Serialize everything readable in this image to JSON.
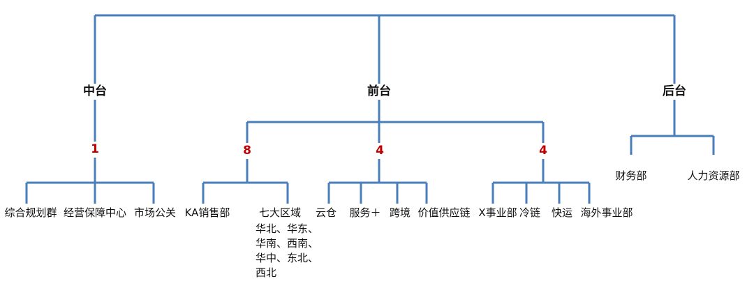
{
  "colors": {
    "line": "#4a7ebb",
    "count": "#c00000",
    "text": "#111111"
  },
  "branches": {
    "middle": {
      "label": "中台",
      "count": "1",
      "children": [
        "综合规划群",
        "经营保障中心",
        "市场公关"
      ]
    },
    "front": {
      "label": "前台",
      "groups": [
        {
          "count": "8",
          "children": [
            "KA销售部",
            "七大区域"
          ]
        },
        {
          "count": "4",
          "children": [
            "云仓",
            "服务＋",
            "跨境",
            "价值供应链"
          ]
        },
        {
          "count": "4",
          "children": [
            "X事业部",
            "冷链",
            "快运",
            "海外事业部"
          ]
        }
      ],
      "regions": [
        "华北、华东、",
        "华南、西南、",
        "华中、东北、",
        "西北"
      ]
    },
    "back": {
      "label": "后台",
      "children": [
        "财务部",
        "人力资源部"
      ]
    }
  }
}
